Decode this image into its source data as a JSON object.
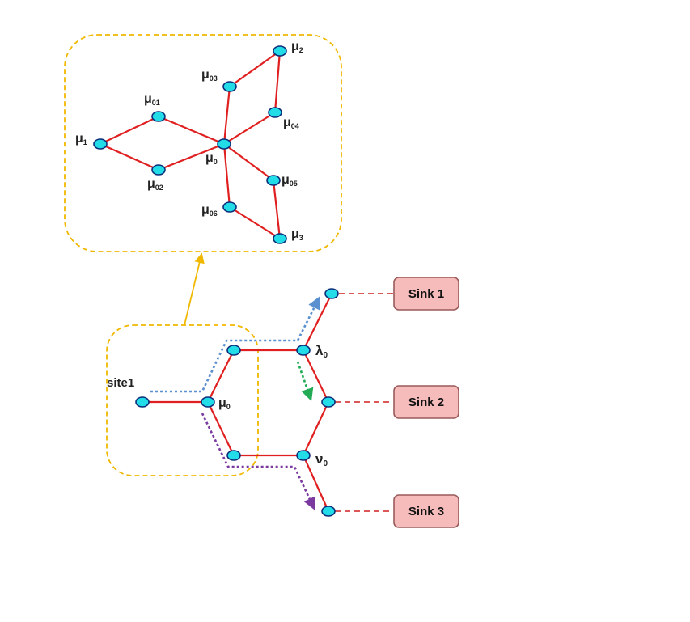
{
  "colors": {
    "edge": "#e02020",
    "node_fill": "#22dde8",
    "node_stroke": "#0b2e7a",
    "frame": "#f0b800",
    "sink_fill": "#f6bcbc",
    "sink_stroke": "#9a5a5a",
    "path_blue": "#5a8fd0",
    "path_green": "#22aa55",
    "path_purple": "#7a3aa0"
  },
  "inset": {
    "labels": {
      "mu1": {
        "base": "μ",
        "sub": "1"
      },
      "mu01": {
        "base": "μ",
        "sub": "01"
      },
      "mu02": {
        "base": "μ",
        "sub": "02"
      },
      "mu0": {
        "base": "μ",
        "sub": "0"
      },
      "mu03": {
        "base": "μ",
        "sub": "03"
      },
      "mu2": {
        "base": "μ",
        "sub": "2"
      },
      "mu04": {
        "base": "μ",
        "sub": "04"
      },
      "mu05": {
        "base": "μ",
        "sub": "05"
      },
      "mu06": {
        "base": "μ",
        "sub": "06"
      },
      "mu3": {
        "base": "μ",
        "sub": "3"
      }
    }
  },
  "network": {
    "site_label": "site1",
    "labels": {
      "mu0": {
        "base": "μ",
        "sub": "0"
      },
      "lambda0": {
        "base": "λ",
        "sub": "0"
      },
      "nu0": {
        "base": "ν",
        "sub": "0"
      }
    },
    "sinks": [
      "Sink 1",
      "Sink 2",
      "Sink 3"
    ]
  }
}
